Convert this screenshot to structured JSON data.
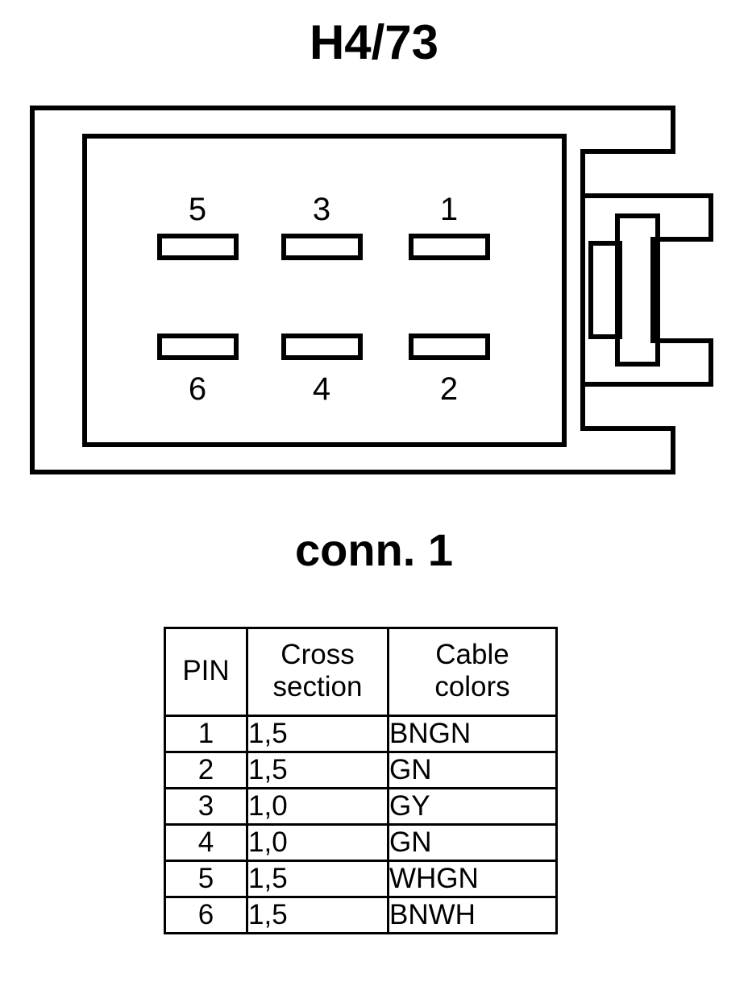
{
  "title": "H4/73",
  "connector": {
    "caption": "conn. 1",
    "pins_top": [
      {
        "number": "5"
      },
      {
        "number": "3"
      },
      {
        "number": "1"
      }
    ],
    "pins_bottom": [
      {
        "number": "6"
      },
      {
        "number": "4"
      },
      {
        "number": "2"
      }
    ],
    "line_color": "#000000",
    "fill_color": "#ffffff"
  },
  "table": {
    "headers": [
      {
        "line1": "PIN",
        "line2": ""
      },
      {
        "line1": "Cross",
        "line2": "section"
      },
      {
        "line1": "Cable",
        "line2": "colors"
      }
    ],
    "rows": [
      {
        "pin": "1",
        "cross_section": "1,5",
        "cable_colors": "BNGN"
      },
      {
        "pin": "2",
        "cross_section": "1,5",
        "cable_colors": "GN"
      },
      {
        "pin": "3",
        "cross_section": "1,0",
        "cable_colors": "GY"
      },
      {
        "pin": "4",
        "cross_section": "1,0",
        "cable_colors": "GN"
      },
      {
        "pin": "5",
        "cross_section": "1,5",
        "cable_colors": "WHGN"
      },
      {
        "pin": "6",
        "cross_section": "1,5",
        "cable_colors": "BNWH"
      }
    ]
  }
}
